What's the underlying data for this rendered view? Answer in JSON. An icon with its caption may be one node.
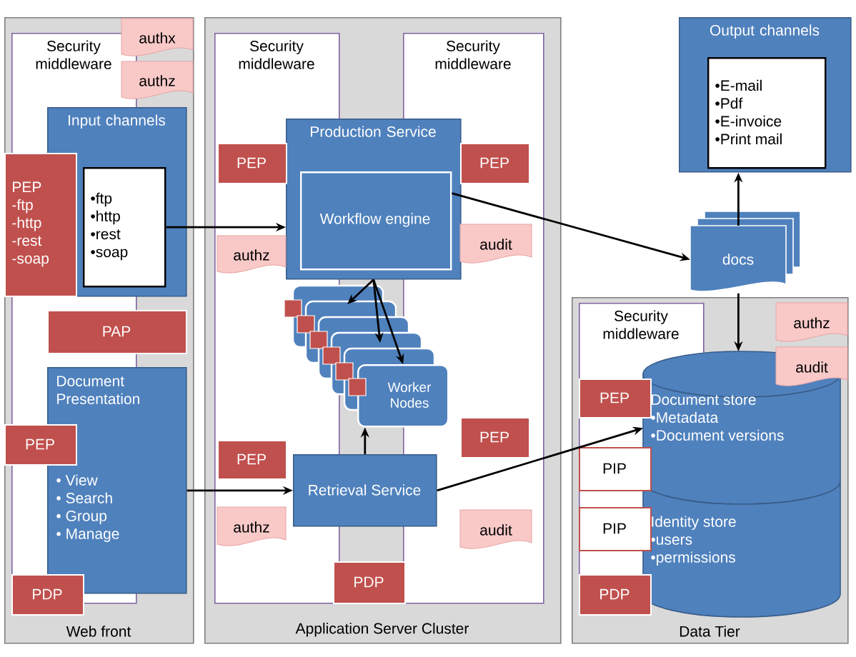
{
  "diagram": {
    "nodes": [
      {
        "text": [
          "Web front"
        ]
      },
      {
        "text": [
          "Security middleware"
        ],
        "in": 0
      },
      {
        "text": [
          "authx"
        ],
        "in": 0
      },
      {
        "text": [
          "authz"
        ],
        "in": 0
      },
      {
        "text": [
          "Input channels"
        ],
        "in": 0
      },
      {
        "text": [
          "•ftp",
          "•http",
          "•rest",
          "•soap"
        ],
        "in": 4
      },
      {
        "text": [
          "PEP",
          "-ftp",
          "-http",
          "-rest",
          "-soap"
        ],
        "in": 0
      },
      {
        "text": [
          "PAP"
        ],
        "in": 0
      },
      {
        "text": [
          "Document Presentation",
          "• View",
          "• Search",
          "• Group",
          "• Manage"
        ],
        "in": 0
      },
      {
        "text": [
          "PEP"
        ],
        "in": 0
      },
      {
        "text": [
          "PDP"
        ],
        "in": 0
      },
      {
        "text": [
          "Application Server Cluster"
        ]
      },
      {
        "text": [
          "Security middleware"
        ],
        "in": 11
      },
      {
        "text": [
          "Security middleware"
        ],
        "in": 11
      },
      {
        "text": [
          "Production Service"
        ],
        "in": 11
      },
      {
        "text": [
          "Workflow engine"
        ],
        "in": 14
      },
      {
        "text": [
          "PEP"
        ],
        "in": 12
      },
      {
        "text": [
          "authz"
        ],
        "in": 12
      },
      {
        "text": [
          "PEP"
        ],
        "in": 13
      },
      {
        "text": [
          "audit"
        ],
        "in": 13
      },
      {
        "text": [
          "Worker Nodes"
        ],
        "in": 11
      },
      {
        "text": [
          "Retrieval Service"
        ],
        "in": 11
      },
      {
        "text": [
          "PEP"
        ],
        "in": 12
      },
      {
        "text": [
          "authz"
        ],
        "in": 12
      },
      {
        "text": [
          "PDP"
        ],
        "in": 11
      },
      {
        "text": [
          "PEP"
        ],
        "in": 13
      },
      {
        "text": [
          "audit"
        ],
        "in": 13
      },
      {
        "text": [
          "Output channels"
        ]
      },
      {
        "text": [
          "•E-mail",
          "•Pdf",
          "•E-invoice",
          "•Print mail"
        ],
        "in": 27
      },
      {
        "text": [
          "docs"
        ]
      },
      {
        "text": [
          "Data Tier"
        ]
      },
      {
        "text": [
          "Security middleware"
        ],
        "in": 30
      },
      {
        "text": [
          "authz"
        ],
        "in": 30
      },
      {
        "text": [
          "audit"
        ],
        "in": 30
      },
      {
        "text": [
          "Document store",
          "•Metadata",
          "•Document versions"
        ],
        "in": 30
      },
      {
        "text": [
          "Identity store",
          "•users",
          "•permissions"
        ],
        "in": 30
      },
      {
        "text": [
          "PEP"
        ],
        "in": 31
      },
      {
        "text": [
          "PIP"
        ],
        "in": 31
      },
      {
        "text": [
          "PIP"
        ],
        "in": 31
      },
      {
        "text": [
          "PDP"
        ],
        "in": 30
      }
    ],
    "edges": [
      {
        "from": 5,
        "to": 14,
        "arrow": "to"
      },
      {
        "from": 15,
        "to": 29,
        "arrow": "to"
      },
      {
        "from": 14,
        "to": 20,
        "arrow": "to"
      },
      {
        "from": 14,
        "to": 20,
        "arrow": "to"
      },
      {
        "from": 14,
        "to": 20,
        "arrow": "to"
      },
      {
        "from": 8,
        "to": 21,
        "arrow": "to"
      },
      {
        "from": 21,
        "to": 20,
        "arrow": "to"
      },
      {
        "from": 21,
        "to": 34,
        "arrow": "to"
      },
      {
        "from": 29,
        "to": 27,
        "arrow": "to"
      },
      {
        "from": 29,
        "to": 34,
        "arrow": "to"
      }
    ]
  }
}
